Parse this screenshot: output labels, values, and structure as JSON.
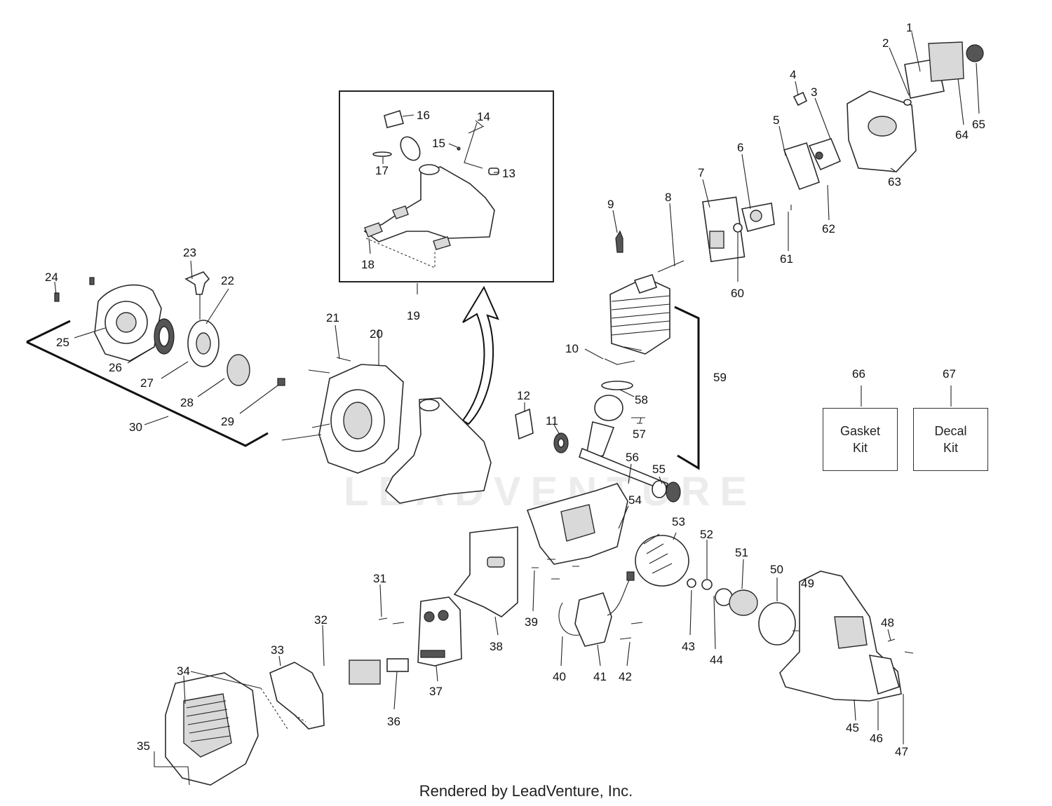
{
  "watermark": "LEADVENTURE",
  "footer": "Rendered by LeadVenture, Inc.",
  "kits": [
    {
      "number": "66",
      "line1": "Gasket",
      "line2": "Kit"
    },
    {
      "number": "67",
      "line1": "Decal",
      "line2": "Kit"
    }
  ],
  "callouts": [
    "1",
    "2",
    "3",
    "4",
    "5",
    "6",
    "7",
    "8",
    "9",
    "10",
    "11",
    "12",
    "13",
    "14",
    "15",
    "16",
    "17",
    "18",
    "19",
    "20",
    "21",
    "22",
    "23",
    "24",
    "25",
    "26",
    "27",
    "28",
    "29",
    "30",
    "31",
    "32",
    "33",
    "34",
    "35",
    "36",
    "37",
    "38",
    "39",
    "40",
    "41",
    "42",
    "43",
    "44",
    "45",
    "46",
    "47",
    "48",
    "49",
    "50",
    "51",
    "52",
    "53",
    "54",
    "55",
    "56",
    "57",
    "58",
    "59",
    "60",
    "61",
    "62",
    "63",
    "64",
    "65"
  ]
}
